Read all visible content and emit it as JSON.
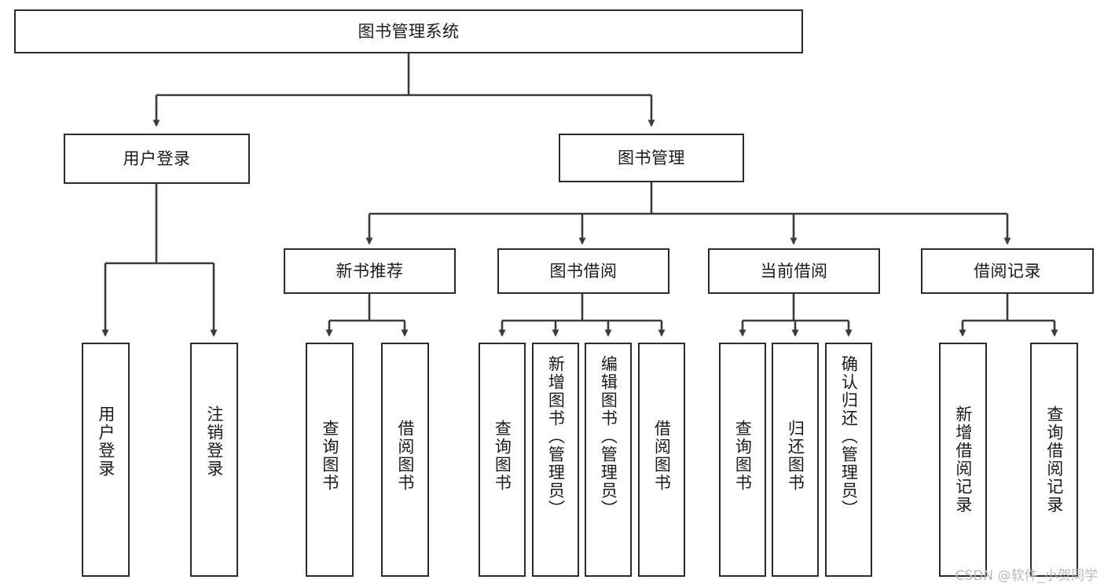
{
  "diagram": {
    "type": "tree-hierarchy",
    "title": "图书管理系统",
    "watermark": "CSDN @软件_小贺同学",
    "colors": {
      "box_border": "#2b2b2b",
      "connector": "#3a3a3a",
      "background": "#ffffff",
      "text": "#1a1a1a",
      "watermark": "#b9b9b9"
    },
    "nodes": {
      "root": {
        "label": "图书管理系统",
        "level": 1,
        "orientation": "horizontal"
      },
      "l2": [
        {
          "id": "user-login",
          "label": "用户登录",
          "level": 2,
          "orientation": "horizontal"
        },
        {
          "id": "book-management",
          "label": "图书管理",
          "level": 2,
          "orientation": "horizontal"
        }
      ],
      "l3": [
        {
          "id": "new-book-recommend",
          "label": "新书推荐",
          "level": 3,
          "orientation": "horizontal",
          "parent": "book-management"
        },
        {
          "id": "book-borrow",
          "label": "图书借阅",
          "level": 3,
          "orientation": "horizontal",
          "parent": "book-management"
        },
        {
          "id": "current-borrow",
          "label": "当前借阅",
          "level": 3,
          "orientation": "horizontal",
          "parent": "book-management"
        },
        {
          "id": "borrow-record",
          "label": "借阅记录",
          "level": 3,
          "orientation": "horizontal",
          "parent": "book-management"
        }
      ],
      "leaves": [
        {
          "id": "leaf-user-login",
          "label": "用户登录",
          "parent": "user-login",
          "orientation": "vertical"
        },
        {
          "id": "leaf-user-logout",
          "label": "注销登录",
          "parent": "user-login",
          "orientation": "vertical"
        },
        {
          "id": "leaf-query-book-1",
          "label": "查询图书",
          "parent": "new-book-recommend",
          "orientation": "vertical"
        },
        {
          "id": "leaf-borrow-book-1",
          "label": "借阅图书",
          "parent": "new-book-recommend",
          "orientation": "vertical"
        },
        {
          "id": "leaf-query-book-2",
          "label": "查询图书",
          "parent": "book-borrow",
          "orientation": "vertical"
        },
        {
          "id": "leaf-add-book",
          "label": "新增图书（管理员）",
          "parent": "book-borrow",
          "orientation": "vertical"
        },
        {
          "id": "leaf-edit-book",
          "label": "编辑图书（管理员）",
          "parent": "book-borrow",
          "orientation": "vertical"
        },
        {
          "id": "leaf-borrow-book-2",
          "label": "借阅图书",
          "parent": "book-borrow",
          "orientation": "vertical"
        },
        {
          "id": "leaf-query-book-3",
          "label": "查询图书",
          "parent": "current-borrow",
          "orientation": "vertical"
        },
        {
          "id": "leaf-return-book",
          "label": "归还图书",
          "parent": "current-borrow",
          "orientation": "vertical"
        },
        {
          "id": "leaf-confirm-return",
          "label": "确认归还（管理员）",
          "parent": "current-borrow",
          "orientation": "vertical"
        },
        {
          "id": "leaf-add-record",
          "label": "新增借阅记录",
          "parent": "borrow-record",
          "orientation": "vertical"
        },
        {
          "id": "leaf-query-record",
          "label": "查询借阅记录",
          "parent": "borrow-record",
          "orientation": "vertical"
        }
      ]
    }
  }
}
